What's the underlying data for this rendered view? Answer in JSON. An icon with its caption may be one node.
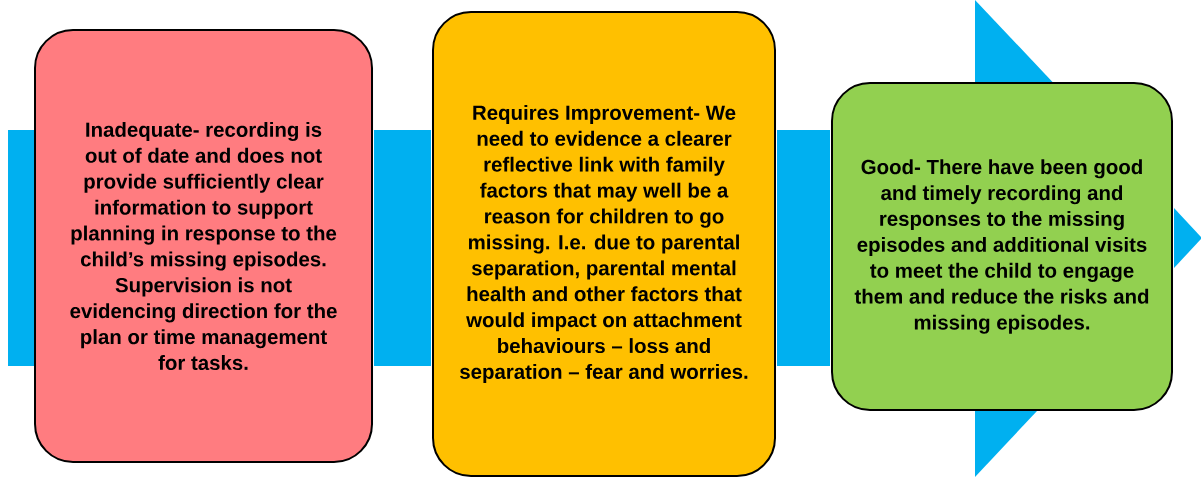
{
  "diagram": {
    "nodes": [
      {
        "text": [
          "Inadequate- recording is out of date and does not provide sufficiently clear information to support planning in response to the child’s missing episodes. Supervision is not evidencing direction for the plan or time management for tasks."
        ]
      },
      {
        "text": [
          "Requires Improvement- We need to evidence a clearer reflective link with family factors that may well be a reason for children to go missing. I.e. due to parental separation, parental mental health and other factors that would impact on attachment behaviours – loss and separation – fear and worries."
        ]
      },
      {
        "text": [
          "Good- There have been good and timely recording and responses to the missing episodes and additional visits to meet the child to engage them and reduce the risks and missing episodes."
        ]
      }
    ],
    "edges": [
      {
        "from": 0,
        "to": 1,
        "arrow": "none",
        "style": "thick",
        "color": "#00b0f0"
      },
      {
        "from": 1,
        "to": 2,
        "arrow": "none",
        "style": "thick",
        "color": "#00b0f0"
      },
      {
        "from": 2,
        "to": null,
        "arrow": "to",
        "style": "thick",
        "color": "#00b0f0"
      }
    ]
  }
}
